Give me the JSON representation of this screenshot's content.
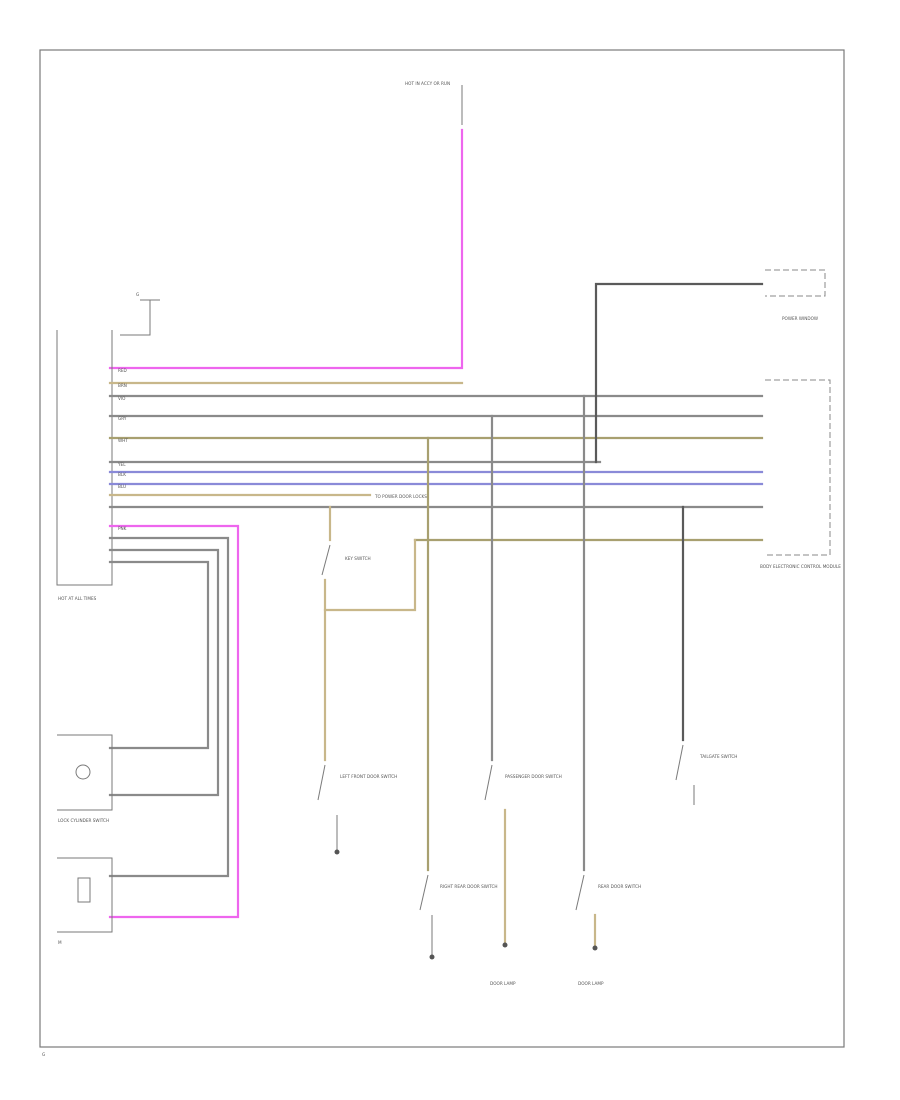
{
  "components": {
    "top_fuse": "HOT IN ACCY OR RUN",
    "ground_top": "G",
    "control_module": "BODY ELECTRONIC CONTROL MODULE",
    "left_module": "HOT AT ALL TIMES",
    "lock_cylinder": "LOCK CYLINDER SWITCH",
    "motor": "M",
    "key_switch": "KEY SWITCH",
    "right_front_switch": "LEFT FRONT DOOR SWITCH",
    "passenger_switch": "PASSENGER DOOR SWITCH",
    "left_rear_switch": "RIGHT REAR DOOR SWITCH",
    "trunk_switch": "REAR DOOR SWITCH",
    "tailgate_switch": "TAILGATE SWITCH",
    "power_window": "POWER WINDOW",
    "bottom_ground_a": "DOOR LAMP",
    "bottom_ground_b": "DOOR LAMP",
    "splice_note": "TO POWER DOOR LOCKS",
    "footer": "G"
  },
  "wire_labels": {
    "w1": "RED",
    "w2": "BRN",
    "w3": "VIO",
    "w4": "GRY",
    "w5": "WHT",
    "w6": "YEL",
    "w7": "BLK",
    "w8": "BLU",
    "w9": "PNK"
  }
}
